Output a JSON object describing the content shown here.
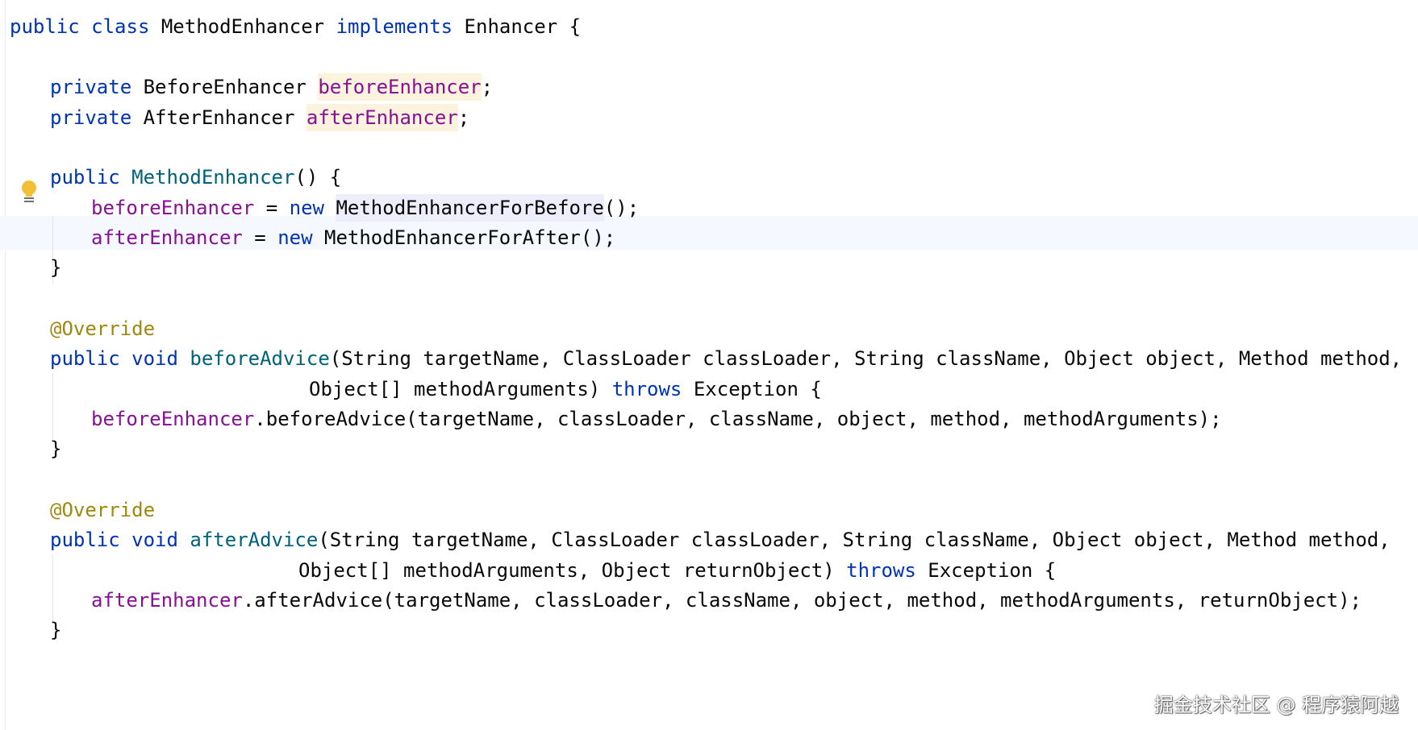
{
  "code": {
    "l1": {
      "kw1": "public class ",
      "name": "MethodEnhancer ",
      "kw2": "implements ",
      "rest": "Enhancer {"
    },
    "l3": {
      "kw": "private ",
      "type": "BeforeEnhancer ",
      "field": "beforeEnhancer",
      "end": ";"
    },
    "l4": {
      "kw": "private ",
      "type": "AfterEnhancer ",
      "field": "afterEnhancer",
      "end": ";"
    },
    "l6": {
      "kw": "public ",
      "name": "MethodEnhancer",
      "rest": "() {"
    },
    "l7": {
      "field": "beforeEnhancer",
      "eq": " = ",
      "kw": "new ",
      "cls": "MethodEnhancerForBefore",
      "rest": "();"
    },
    "l8": {
      "field": "afterEnhancer",
      "eq": " = ",
      "kw": "new ",
      "rest": "MethodEnhancerForAfter();"
    },
    "l9": {
      "rest": "}"
    },
    "l11": {
      "ann": "@Override"
    },
    "l12": {
      "kw": "public void ",
      "name": "beforeAdvice",
      "rest": "(String targetName, ClassLoader classLoader, String className, Object object, Method method,"
    },
    "l13": {
      "pre": "Object[] methodArguments) ",
      "kw": "throws ",
      "rest": "Exception {"
    },
    "l14": {
      "field": "beforeEnhancer",
      "rest": ".beforeAdvice(targetName, classLoader, className, object, method, methodArguments);"
    },
    "l15": {
      "rest": "}"
    },
    "l17": {
      "ann": "@Override"
    },
    "l18": {
      "kw": "public void ",
      "name": "afterAdvice",
      "rest": "(String targetName, ClassLoader classLoader, String className, Object object, Method method,"
    },
    "l19": {
      "pre": "Object[] methodArguments, Object returnObject) ",
      "kw": "throws ",
      "rest": "Exception {"
    },
    "l20": {
      "field": "afterEnhancer",
      "rest": ".afterAdvice(targetName, classLoader, className, object, method, methodArguments, returnObject);"
    },
    "l21": {
      "rest": "}"
    }
  },
  "icons": {
    "intention": "lightbulb-icon"
  },
  "watermark": "掘金技术社区 @ 程序猿阿越",
  "colors": {
    "keyword": "#0033b3",
    "field": "#871094",
    "method_declaration": "#00627a",
    "annotation": "#9e880d",
    "text": "#080808",
    "field_highlight": "#fcf3de",
    "class_highlight": "#ededfc",
    "current_line": "#f5f8fe",
    "lightbulb": "#f2c037"
  }
}
